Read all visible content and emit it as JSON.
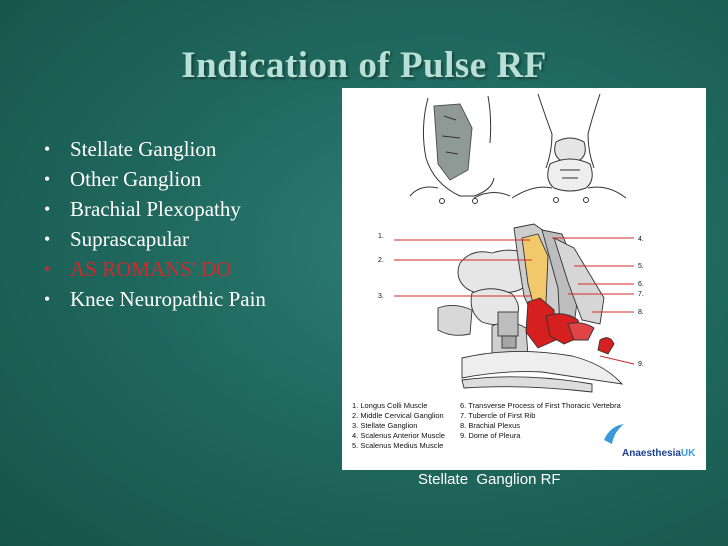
{
  "slide": {
    "title": "Indication of Pulse RF",
    "bullets": [
      {
        "text": "Stellate Ganglion",
        "color": "#ffffff"
      },
      {
        "text": "Other Ganglion",
        "color": "#ffffff"
      },
      {
        "text": "Brachial Plexopathy",
        "color": "#ffffff"
      },
      {
        "text": "Suprascapular",
        "color": "#ffffff"
      },
      {
        "text": "AS ROMANS' DO",
        "color": "#d12a2a"
      },
      {
        "text": "Knee Neuropathic Pain",
        "color": "#ffffff"
      }
    ],
    "bullet_glyph": "•",
    "caption": "Stellate  Ganglion RF"
  },
  "figure": {
    "numbers_left": [
      "1.",
      "2.",
      "3."
    ],
    "numbers_right": [
      "4.",
      "5.",
      "6.",
      "7.",
      "8.",
      "9."
    ],
    "legend_left": [
      "1. Longus Colli Muscle",
      "2. Middle Cervical Ganglion",
      "3. Stellate Ganglion",
      "4. Scalenus Anterior Muscle",
      "5. Scalenus Medius Muscle"
    ],
    "legend_right": [
      "6. Transverse Process of First Thoracic Vertebra",
      "7. Tubercle of First Rib",
      "8. Brachial Plexus",
      "9. Dome of Pleura"
    ],
    "logo": {
      "brand": "Anaesthesia",
      "suffix": "UK",
      "brand_color": "#1c3f8f",
      "suffix_color": "#3a9ad9"
    }
  },
  "colors": {
    "title": "#b8e0d6",
    "accent_red": "#d12a2a",
    "background": "#20695f"
  }
}
